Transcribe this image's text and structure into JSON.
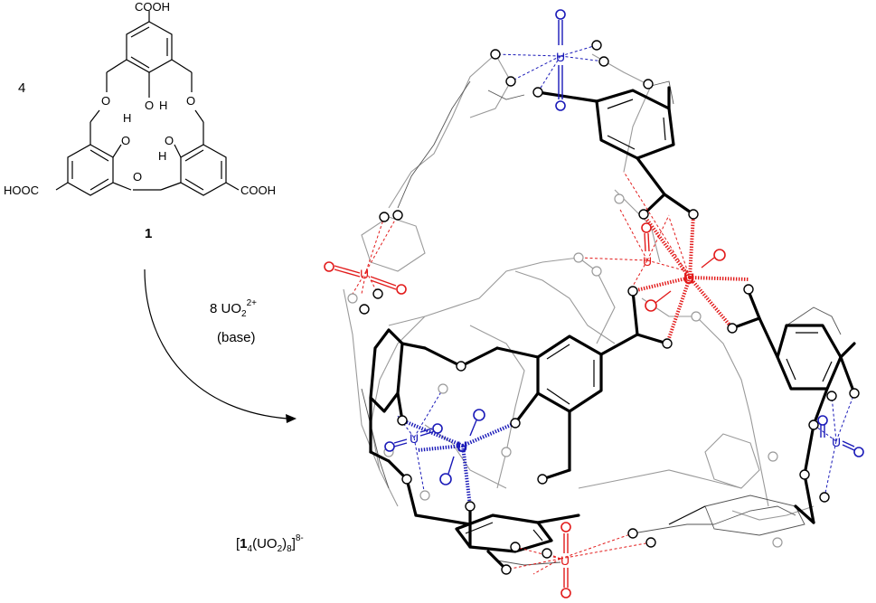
{
  "reactant": {
    "stoich": "4",
    "cooh_top": "COOH",
    "cooh_left": "HOOC",
    "cooh_right": "COOH",
    "o": "O",
    "h": "H",
    "compound_number": "1"
  },
  "reaction": {
    "reagent_main": "8 UO",
    "reagent_sub": "2",
    "reagent_sup": "2+",
    "conditions": "(base)"
  },
  "product": {
    "label_open": "[",
    "label_num": "1",
    "label_sub4": "4",
    "label_mid": "(UO",
    "label_sub2": "2",
    "label_close": ")",
    "label_sub8": "8",
    "label_end": "]",
    "label_charge": "8-",
    "uranium": "U",
    "oxygen": "O"
  },
  "colors": {
    "carboxylate_uranyl": "#e21b1b",
    "phenoxide_uranyl": "#1a1ab8",
    "framework": "#000000",
    "back_framework": "#9a9a9a"
  }
}
